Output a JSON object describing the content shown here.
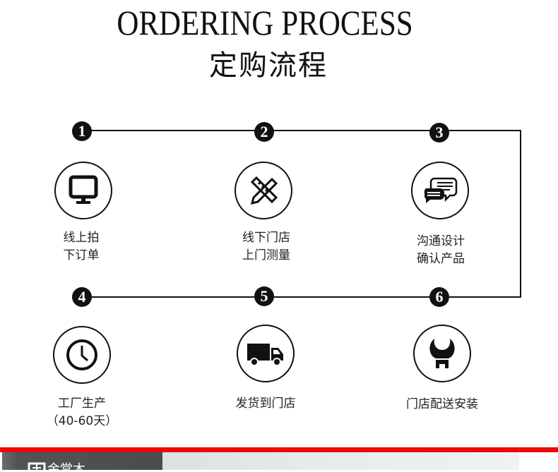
{
  "header": {
    "title_en": "ORDERING PROCESS",
    "title_cn": "定购流程"
  },
  "steps": [
    {
      "number": "1",
      "icon": "monitor-icon",
      "lines": [
        "线上拍",
        "下订单"
      ]
    },
    {
      "number": "2",
      "icon": "ruler-pencil-icon",
      "lines": [
        "线下门店",
        "上门测量"
      ]
    },
    {
      "number": "3",
      "icon": "chat-bubbles-icon",
      "lines": [
        "沟通设计",
        "确认产品"
      ]
    },
    {
      "number": "4",
      "icon": "clock-icon",
      "lines": [
        "工厂生产",
        "（40-60天）"
      ]
    },
    {
      "number": "5",
      "icon": "delivery-truck-icon",
      "lines": [
        "发货到门店"
      ]
    },
    {
      "number": "6",
      "icon": "wrench-icon",
      "lines": [
        "门店配送安装"
      ]
    }
  ],
  "banner": {
    "logo_text": "金堂木"
  },
  "colors": {
    "accent": "#ee0707",
    "ink": "#111111"
  }
}
